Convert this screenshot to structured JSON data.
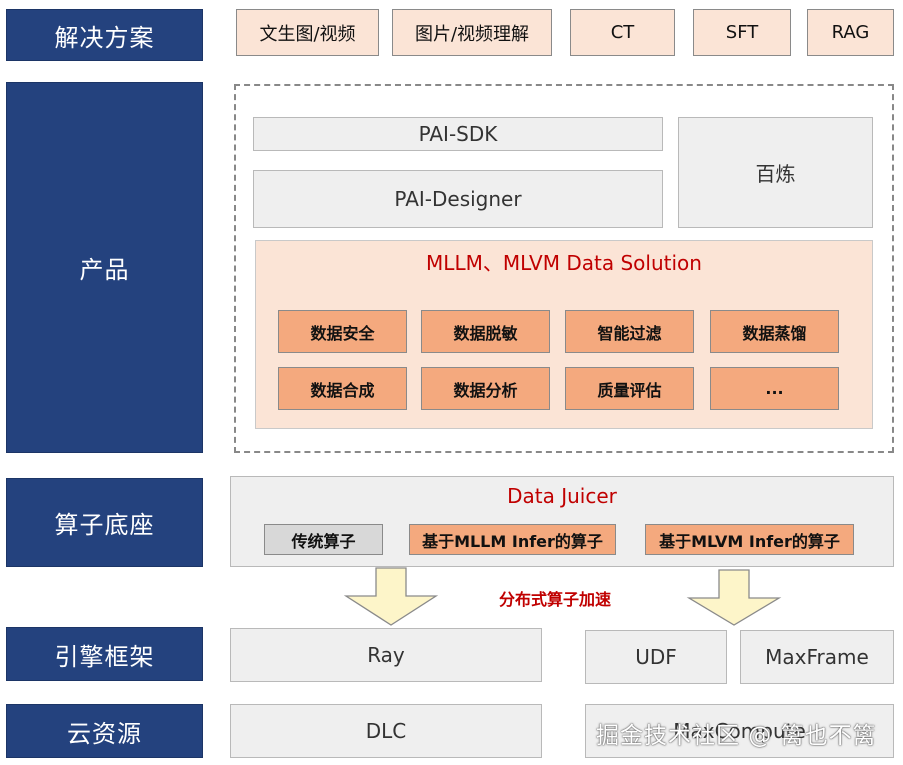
{
  "layers": {
    "solution": "解决方案",
    "product": "产品",
    "operator": "算子底座",
    "engine": "引擎框架",
    "cloud": "云资源"
  },
  "solutions": [
    "文生图/视频",
    "图片/视频理解",
    "CT",
    "SFT",
    "RAG"
  ],
  "product": {
    "sdk": "PAI-SDK",
    "designer": "PAI-Designer",
    "bailian": "百炼",
    "mllm_title": "MLLM、MLVM Data Solution",
    "mllm_items": [
      "数据安全",
      "数据脱敏",
      "智能过滤",
      "数据蒸馏",
      "数据合成",
      "数据分析",
      "质量评估",
      "..."
    ]
  },
  "operator": {
    "title": "Data Juicer",
    "items": [
      "传统算子",
      "基于MLLM Infer的算子",
      "基于MLVM Infer的算子"
    ]
  },
  "accel_label": "分布式算子加速",
  "engine": {
    "ray": "Ray",
    "udf": "UDF",
    "maxframe": "MaxFrame"
  },
  "cloud": {
    "dlc": "DLC",
    "maxcompute": "MaxCompute"
  },
  "watermark": "掘金技术社区 @ 篱也不篱",
  "colors": {
    "navy": "#24427e",
    "peach": "#fbe4d6",
    "orange": "#f4a97e",
    "gray": "#efefef",
    "red": "#c00000",
    "arrow": "#fdf5c9"
  }
}
